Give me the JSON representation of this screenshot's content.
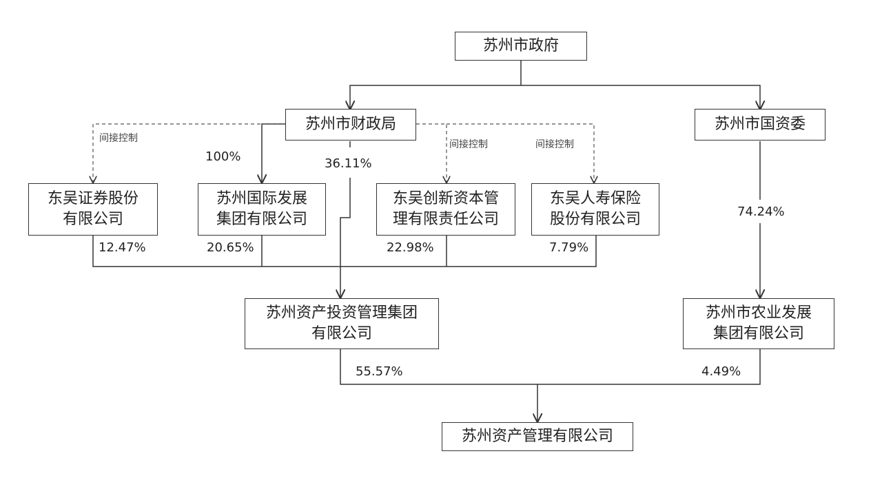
{
  "nodes": {
    "suzhou_gov": "苏州市政府",
    "finance_bureau": "苏州市财政局",
    "sasac": "苏州市国资委",
    "dongwu_securities": [
      "东吴证券股份",
      "有限公司"
    ],
    "intl_dev_group": [
      "苏州国际发展",
      "集团有限公司"
    ],
    "dongwu_innovation": [
      "东吴创新资本管",
      "理有限责任公司"
    ],
    "dongwu_life": [
      "东吴人寿保险",
      "股份有限公司"
    ],
    "asset_investment_group": [
      "苏州资产投资管理集团",
      "有限公司"
    ],
    "agri_dev_group": [
      "苏州市农业发展",
      "集团有限公司"
    ],
    "suzhou_amc": "苏州资产管理有限公司"
  },
  "edge_labels": {
    "indirect_control": "间接控制",
    "finance_to_intl": "100%",
    "finance_to_asset_group": "36.11%",
    "sasac_to_agri": "74.24%",
    "securities_share": "12.47%",
    "intl_share": "20.65%",
    "innovation_share": "22.98%",
    "life_share": "7.79%",
    "asset_group_to_amc": "55.57%",
    "agri_to_amc": "4.49%"
  }
}
